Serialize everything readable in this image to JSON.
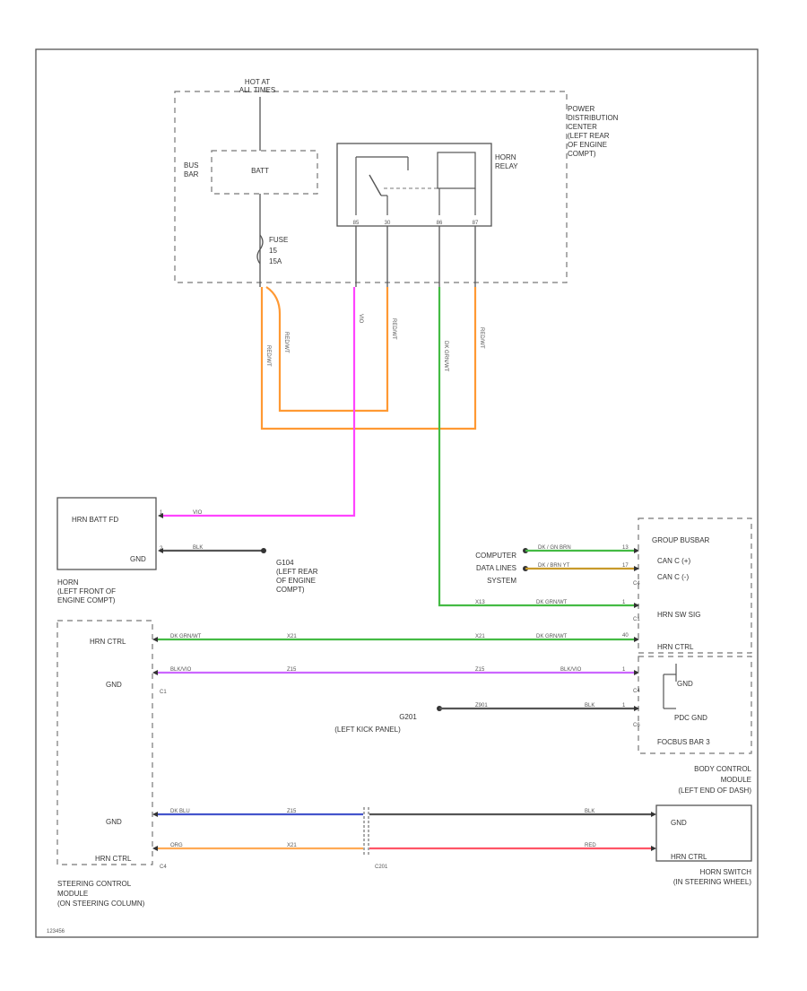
{
  "power": {
    "hot_at": [
      "HOT AT",
      "ALL TIMES"
    ],
    "pdc": [
      "POWER",
      "DISTRIBUTION",
      "CENTER",
      "(LEFT REAR",
      "OF ENGINE",
      "COMPT)"
    ],
    "bus_bar": [
      "BUS",
      "BAR"
    ],
    "batt": "BATT",
    "fuse": [
      "FUSE",
      "15",
      "15A"
    ],
    "relay": [
      "HORN",
      "RELAY"
    ]
  },
  "horn": {
    "label": "HRN BATT FD",
    "gnd": "GND",
    "caption": [
      "HORN",
      "(LEFT FRONT OF",
      "ENGINE COMPT)"
    ]
  },
  "ground_g104": [
    "G104",
    "(LEFT REAR",
    "OF ENGINE",
    "COMPT)"
  ],
  "ground_g201": [
    "G201",
    "(LEFT KICK PANEL)"
  ],
  "computer_data": [
    "COMPUTER",
    "DATA LINES",
    "SYSTEM"
  ],
  "bcm": {
    "busbar": "GROUP BUSBAR",
    "can_h": "CAN C (+)",
    "can_l": "CAN C (-)",
    "hrn_sw": "HRN SW SIG",
    "hrn_ctrl": "HRN CTRL",
    "gnd": "GND",
    "pdc_gnd": "PDC GND",
    "focbus": "FOCBUS BAR 3",
    "caption": [
      "BODY CONTROL",
      "MODULE",
      "(LEFT END OF DASH)"
    ],
    "conn_c4": "C4",
    "conn_c1": "C1",
    "conn_c4b": "C4",
    "conn_c6": "C6"
  },
  "scm": {
    "hrn_ctrl": "HRN CTRL",
    "gnd": "GND",
    "gnd2": "GND",
    "hrn_ctrl2": "HRN CTRL",
    "c1": "C1",
    "c4": "C4",
    "caption": [
      "STEERING CONTROL",
      "MODULE",
      "(ON STEERING COLUMN)"
    ]
  },
  "c201": "C201",
  "horn_switch": {
    "gnd": "GND",
    "hrn_ctrl": "HRN CTRL",
    "caption": [
      "HORN SWITCH",
      "(IN STEERING WHEEL)"
    ]
  },
  "wire_codes": {
    "pdc_out": [
      "RED/WT",
      "RED/WT",
      "VIO",
      "RED/WT",
      "DK GRN/WT",
      "RED/WT"
    ],
    "horn_feed": "VIO",
    "horn_gnd": "BLK",
    "can_h": "DK / GN BRN",
    "can_l": "DK / BRN YT",
    "sw_sig_a": "X13",
    "sw_sig_b": "DK GRN/WT",
    "ctrl_a": "DK GRN/WT",
    "ctrl_b": "X21",
    "ctrl_c": "X21",
    "ctrl_d": "DK GRN/WT",
    "scm_gnd_a": "BLK/VIO",
    "scm_gnd_b": "Z15",
    "scm_gnd_c": "Z15",
    "scm_gnd_d": "BLK/VIO",
    "bcm_gnd_a": "Z901",
    "bcm_gnd_b": "BLK",
    "sw_gnd_a": "DK BLU",
    "sw_gnd_b": "Z15",
    "sw_gnd_c": "BLK",
    "sw_ctrl_a": "ORG",
    "sw_ctrl_b": "X21",
    "sw_ctrl_c": "RED"
  },
  "pins": {
    "relay": [
      "85",
      "30",
      "86",
      "87"
    ],
    "horn": [
      "1",
      "2"
    ],
    "bcm": [
      "13",
      "17",
      "1",
      "40",
      "1",
      "1"
    ]
  },
  "footer": "123456",
  "colors": {
    "violet": "#ff44ff",
    "orange": "#ff9933",
    "green": "#44bb44",
    "purple": "#cc66ff",
    "blue": "#4455cc",
    "peach": "#ffaa55",
    "red": "#ff5566",
    "dark": "#555555"
  }
}
